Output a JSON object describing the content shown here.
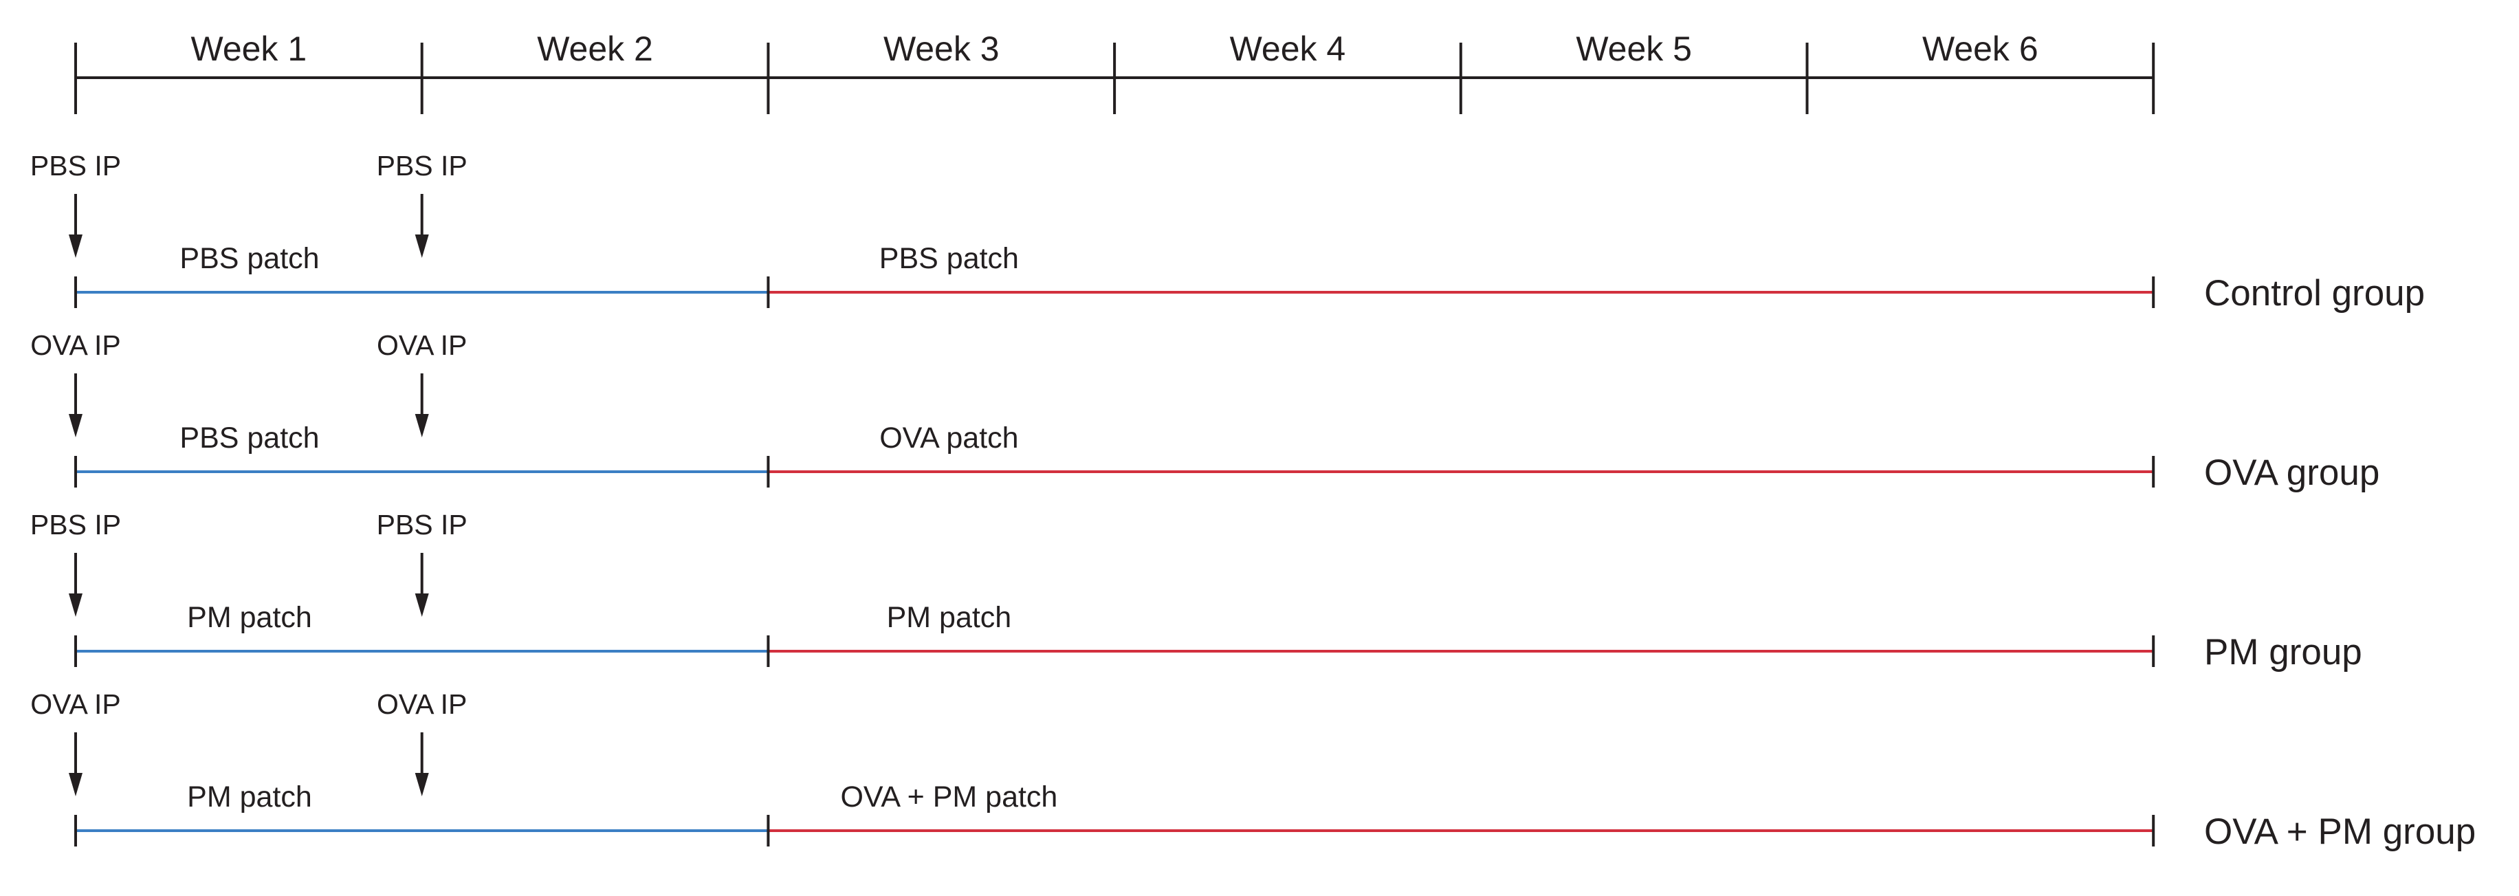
{
  "weeks": [
    "Week 1",
    "Week 2",
    "Week 3",
    "Week 4",
    "Week 5",
    "Week 6"
  ],
  "groups": [
    {
      "name": "Control group",
      "ip": [
        "PBS IP",
        "PBS IP"
      ],
      "phase1_patch": "PBS patch",
      "phase2_patch": "PBS patch"
    },
    {
      "name": "OVA group",
      "ip": [
        "OVA IP",
        "OVA IP"
      ],
      "phase1_patch": "PBS patch",
      "phase2_patch": "OVA patch"
    },
    {
      "name": "PM group",
      "ip": [
        "PBS IP",
        "PBS IP"
      ],
      "phase1_patch": "PM patch",
      "phase2_patch": "PM patch"
    },
    {
      "name": "OVA + PM group",
      "ip": [
        "OVA IP",
        "OVA IP"
      ],
      "phase1_patch": "PM patch",
      "phase2_patch": "OVA + PM patch"
    }
  ],
  "colors": {
    "timeline": "#231f20",
    "phase1": "#3b7fc4",
    "phase2": "#d2303e",
    "text": "#231f20"
  }
}
